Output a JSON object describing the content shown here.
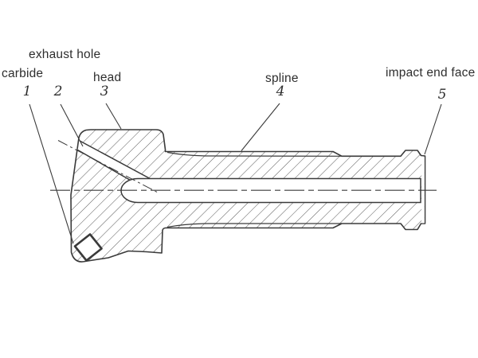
{
  "figure": {
    "type": "technical-drawing",
    "subject": "drill bit shank cross-section",
    "labels": {
      "exhaust_hole": "exhaust hole",
      "carbide": "carbide",
      "head": "head",
      "spline": "spline",
      "impact_end_face": "impact end face"
    },
    "callouts": [
      {
        "number": "1",
        "part": "carbide"
      },
      {
        "number": "2",
        "part": "exhaust hole"
      },
      {
        "number": "3",
        "part": "head"
      },
      {
        "number": "4",
        "part": "spline"
      },
      {
        "number": "5",
        "part": "impact end face"
      }
    ],
    "colors": {
      "background": "#ffffff",
      "outline": "#3a3a3a",
      "hatch": "#575757",
      "text": "#2e2e2e"
    }
  }
}
